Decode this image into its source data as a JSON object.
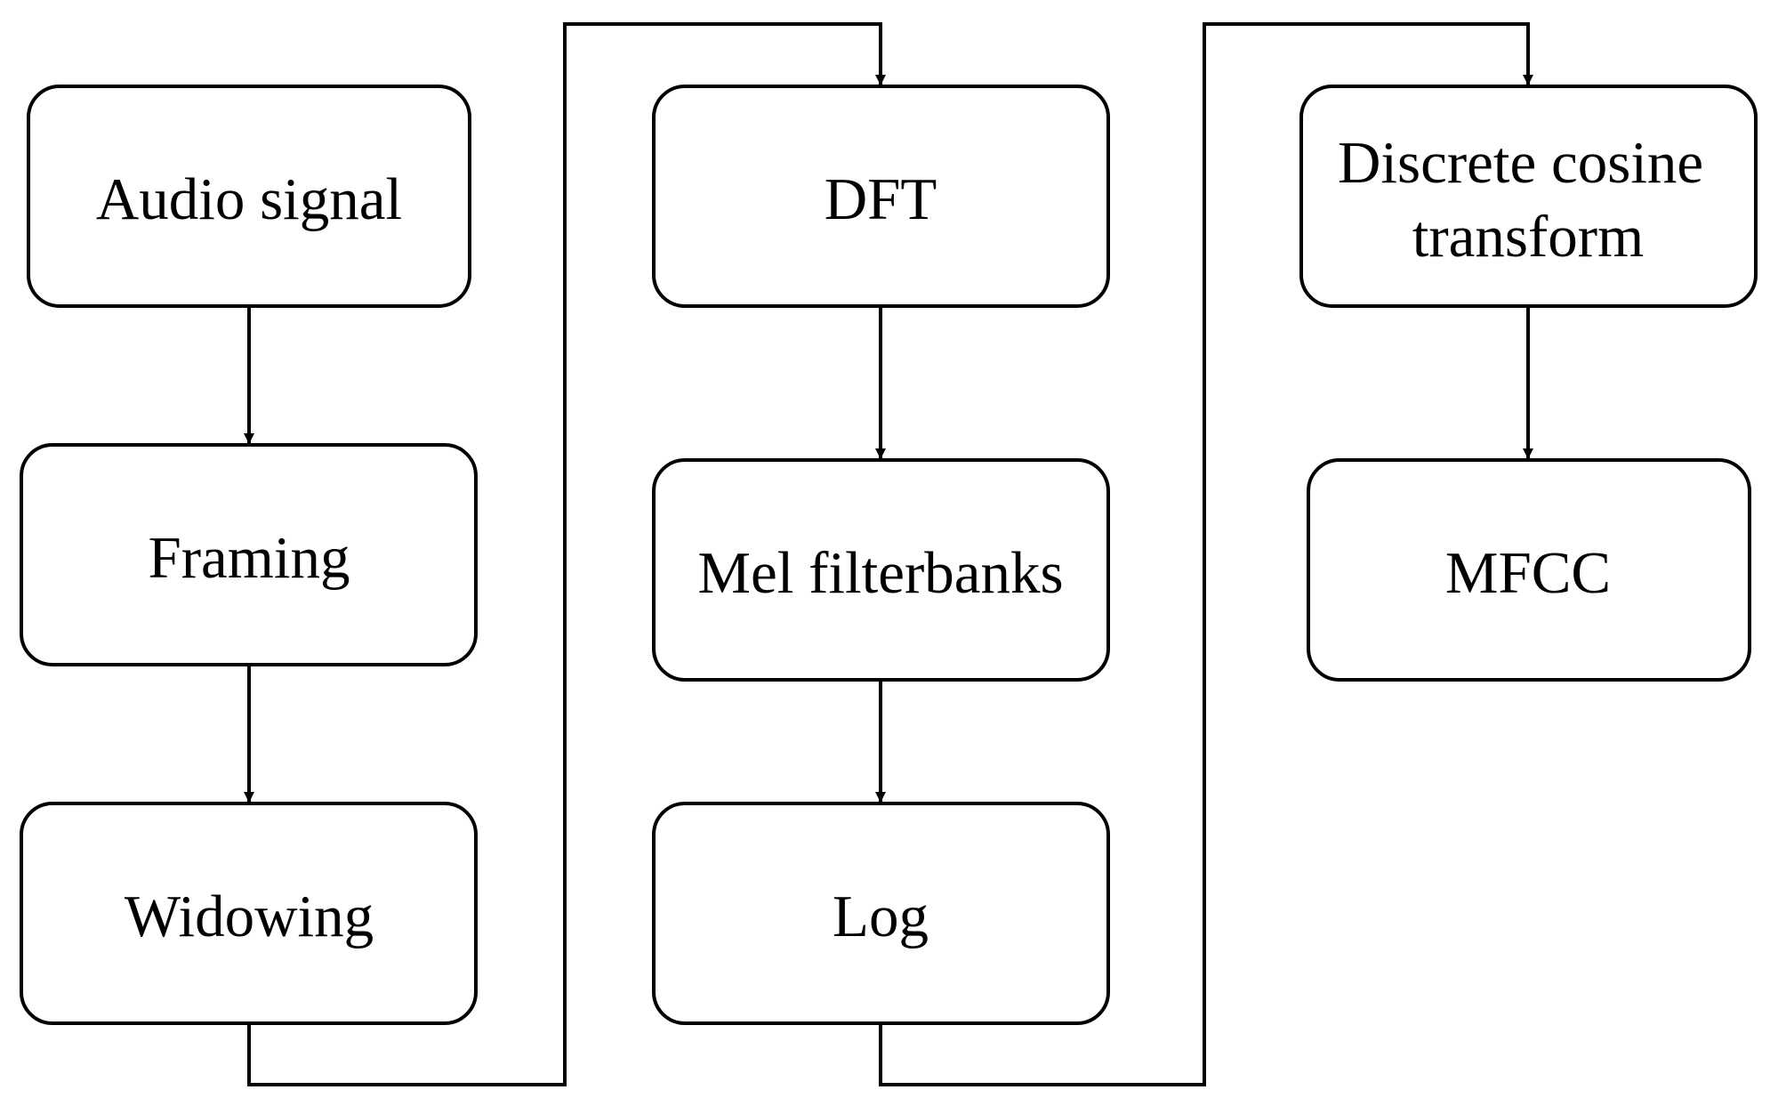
{
  "colors": {
    "stroke": "#000000",
    "background": "#ffffff",
    "text": "#000000"
  },
  "nodes": {
    "audio_signal": {
      "label": "Audio signal"
    },
    "framing": {
      "label": "Framing"
    },
    "widowing": {
      "label": "Widowing"
    },
    "dft": {
      "label": "DFT"
    },
    "mel_filterbanks": {
      "label": "Mel filterbanks"
    },
    "log": {
      "label": "Log"
    },
    "dct": {
      "label_lines": [
        "Discrete cosine",
        "transform"
      ]
    },
    "mfcc": {
      "label": "MFCC"
    }
  },
  "edges": [
    {
      "from": "Audio signal",
      "to": "Framing"
    },
    {
      "from": "Framing",
      "to": "Widowing"
    },
    {
      "from": "Widowing",
      "to": "DFT"
    },
    {
      "from": "DFT",
      "to": "Mel filterbanks"
    },
    {
      "from": "Mel filterbanks",
      "to": "Log"
    },
    {
      "from": "Log",
      "to": "Discrete cosine transform"
    },
    {
      "from": "Discrete cosine transform",
      "to": "MFCC"
    }
  ]
}
